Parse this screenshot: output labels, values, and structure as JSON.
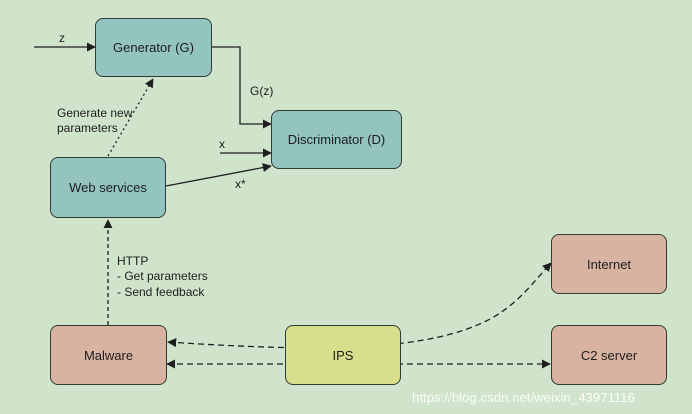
{
  "nodes": {
    "generator": "Generator (G)",
    "discriminator": "Discriminator (D)",
    "web_services": "Web services",
    "malware": "Malware",
    "ips": "IPS",
    "internet": "Internet",
    "c2_server": "C2 server"
  },
  "labels": {
    "z": "z",
    "gz": "G(z)",
    "x": "x",
    "x_star": "x*",
    "generate_line1": "Generate new",
    "generate_line2": "parameters",
    "http_line1": "HTTP",
    "http_line2": "- Get parameters",
    "http_line3": "- Send feedback"
  },
  "watermark": "https://blog.csdn.net/weixin_43971116",
  "colors": {
    "background": "#d0e4cb",
    "teal_node": "#93c4c0",
    "salmon_node": "#d9b3a1",
    "yellow_node": "#d8df8c",
    "line": "#1f1f1f"
  }
}
